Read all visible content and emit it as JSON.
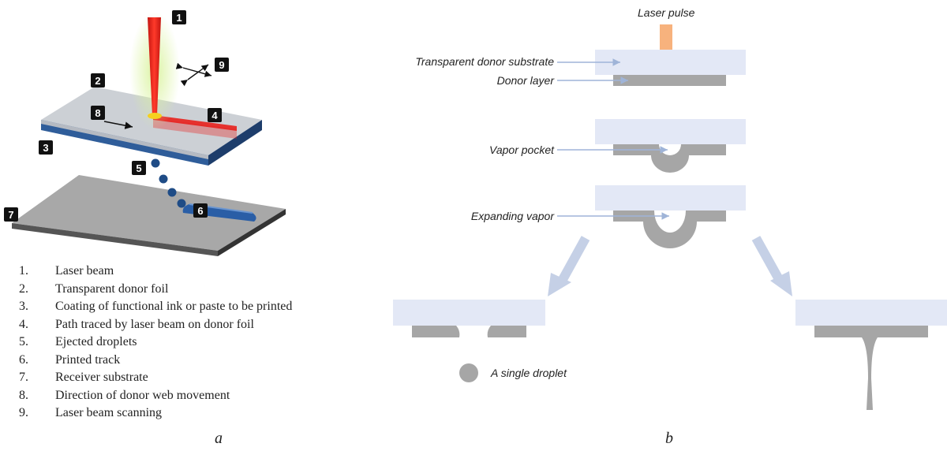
{
  "panel_a": {
    "label": "a",
    "badges": [
      "1",
      "2",
      "3",
      "4",
      "5",
      "6",
      "7",
      "8",
      "9"
    ],
    "legend": [
      {
        "num": "1.",
        "text": "Laser beam"
      },
      {
        "num": "2.",
        "text": "Transparent donor foil"
      },
      {
        "num": "3.",
        "text": "Coating of functional ink or paste to be printed"
      },
      {
        "num": "4.",
        "text": "Path traced by laser beam on donor foil"
      },
      {
        "num": "5.",
        "text": "Ejected droplets"
      },
      {
        "num": "6.",
        "text": "Printed track"
      },
      {
        "num": "7.",
        "text": "Receiver substrate"
      },
      {
        "num": "8.",
        "text": "Direction of donor web movement"
      },
      {
        "num": "9.",
        "text": "Laser beam scanning"
      }
    ]
  },
  "panel_b": {
    "label": "b",
    "laser_pulse": "Laser pulse",
    "transparent_donor_substrate": "Transparent donor substrate",
    "donor_layer": "Donor layer",
    "vapor_pocket": "Vapor pocket",
    "expanding_vapor": "Expanding vapor",
    "single_droplet": "A single droplet"
  },
  "colors": {
    "laser": "#e8201c",
    "laser_glow": "#b8e07a",
    "donor_foil": "#c9cdd3",
    "ink_coating": "#2f5d9a",
    "receiver": "#a5a5a5",
    "droplet": "#1f4c86",
    "substrate_b": "#e3e8f6",
    "donor_layer_b": "#a6a6a6",
    "callout_arrow": "#9fb4d8",
    "laser_pulse_arrow": "#f7b27d",
    "flow_arrow": "#c5d0e6"
  }
}
